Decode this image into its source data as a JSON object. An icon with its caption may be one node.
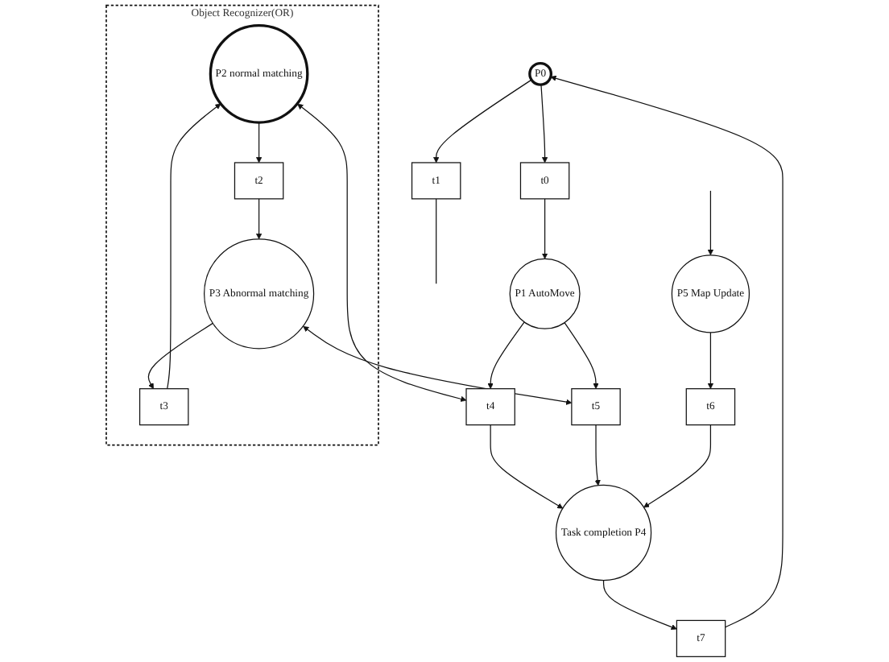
{
  "diagram": {
    "nodes": [
      {
        "text": [
          "P0"
        ]
      },
      {
        "text": [
          "t0"
        ]
      },
      {
        "text": [
          "P1 AutoMove"
        ]
      },
      {
        "text": [
          "t4"
        ]
      },
      {
        "text": [
          "Task completion P4"
        ]
      },
      {
        "text": [
          "t7"
        ]
      },
      {
        "text": [
          "Object Recognizer(OR)"
        ]
      },
      {
        "text": [
          "P2 normal matching"
        ],
        "in": 6
      },
      {
        "text": [
          "t2"
        ],
        "in": 6
      },
      {
        "text": [
          "t3"
        ],
        "in": 6
      },
      {
        "text": [
          "P3 Abnormal matching"
        ],
        "in": 6
      },
      {
        "text": [
          "t5"
        ]
      },
      {
        "text": [
          "t6"
        ]
      },
      {
        "text": [
          "P5 Map Update"
        ]
      },
      {
        "text": [
          "t1"
        ]
      }
    ],
    "edges": [
      {
        "from": 4,
        "to": 5,
        "arrow": "to"
      },
      {
        "from": 5,
        "to": 0,
        "arrow": "to"
      },
      {
        "from": 0,
        "to": 1,
        "arrow": "to"
      },
      {
        "from": 1,
        "to": 2,
        "arrow": "to"
      },
      {
        "from": 2,
        "to": 3,
        "arrow": "to"
      },
      {
        "from": 3,
        "to": 4,
        "arrow": "to"
      },
      {
        "from": 7,
        "to": 3,
        "arrow": "both"
      },
      {
        "from": 2,
        "to": 11,
        "arrow": "to"
      },
      {
        "from": 11,
        "to": 4,
        "arrow": "to"
      },
      {
        "from": 10,
        "to": 11,
        "arrow": "both"
      },
      {
        "from": 7,
        "to": 8,
        "arrow": "to"
      },
      {
        "from": 8,
        "to": 10,
        "arrow": "to"
      },
      {
        "from": 10,
        "to": 9,
        "arrow": "to"
      },
      {
        "from": 9,
        "to": 7,
        "arrow": "to"
      },
      {
        "from": 0,
        "to": 14,
        "arrow": "to"
      },
      {
        "from": 14,
        "to": null,
        "arrow": "none"
      },
      {
        "from": null,
        "to": 13,
        "arrow": "to"
      },
      {
        "from": 13,
        "to": 12,
        "arrow": "to"
      },
      {
        "from": 12,
        "to": 4,
        "arrow": "to"
      }
    ]
  }
}
